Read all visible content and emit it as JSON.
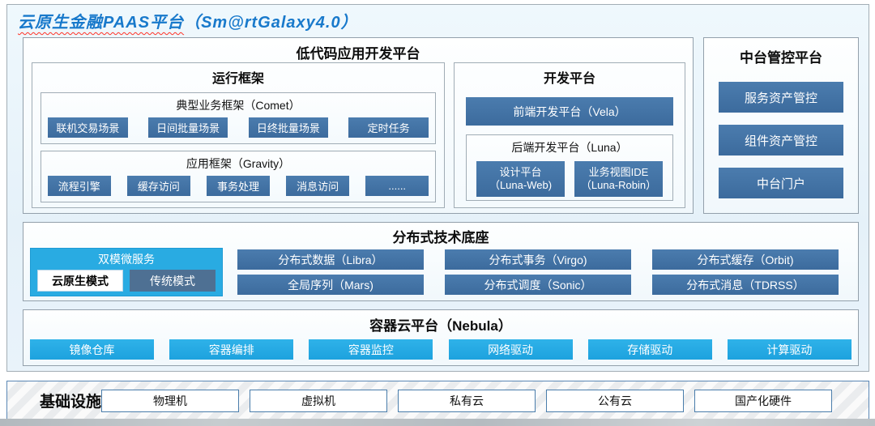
{
  "title": {
    "main": "云原生金融PAAS平台",
    "suffix": "（Sm@rtGalaxy4.0）"
  },
  "low_code": {
    "title": "低代码应用开发平台",
    "runtime": {
      "title": "运行框架",
      "comet": {
        "title": "典型业务框架（Comet）",
        "items": [
          "联机交易场景",
          "日间批量场景",
          "日终批量场景",
          "定时任务"
        ]
      },
      "gravity": {
        "title": "应用框架（Gravity）",
        "items": [
          "流程引擎",
          "缓存访问",
          "事务处理",
          "消息访问",
          "......"
        ]
      }
    },
    "dev": {
      "title": "开发平台",
      "vela_label": "前端开发平台（Vela）",
      "luna": {
        "title": "后端开发平台（Luna）",
        "items": [
          {
            "line1": "设计平台",
            "line2": "（Luna-Web)"
          },
          {
            "line1": "业务视图IDE",
            "line2": "（Luna-Robin）"
          }
        ]
      }
    }
  },
  "mid_platform": {
    "title": "中台管控平台",
    "items": [
      "服务资产管控",
      "组件资产管控",
      "中台门户"
    ]
  },
  "distributed": {
    "title": "分布式技术底座",
    "dual_mode": {
      "title": "双模微服务",
      "cloud_native": "云原生模式",
      "traditional": "传统模式"
    },
    "items": [
      "分布式数据（Libra）",
      "分布式事务（Virgo)",
      "分布式缓存（Orbit)",
      "全局序列（Mars)",
      "分布式调度（Sonic）",
      "分布式消息（TDRSS）"
    ]
  },
  "container_cloud": {
    "title": "容器云平台（Nebula）",
    "items": [
      "镜像仓库",
      "容器编排",
      "容器监控",
      "网络驱动",
      "存储驱动",
      "计算驱动"
    ]
  },
  "infrastructure": {
    "title": "基础设施",
    "items": [
      "物理机",
      "虚拟机",
      "私有云",
      "公有云",
      "国产化硬件"
    ]
  },
  "colors": {
    "button_blue": "#4173a3",
    "cyan": "#29abe2",
    "muted_blue": "#4e7093",
    "title_blue": "#1879cb",
    "infra_border": "#4a7dab"
  }
}
